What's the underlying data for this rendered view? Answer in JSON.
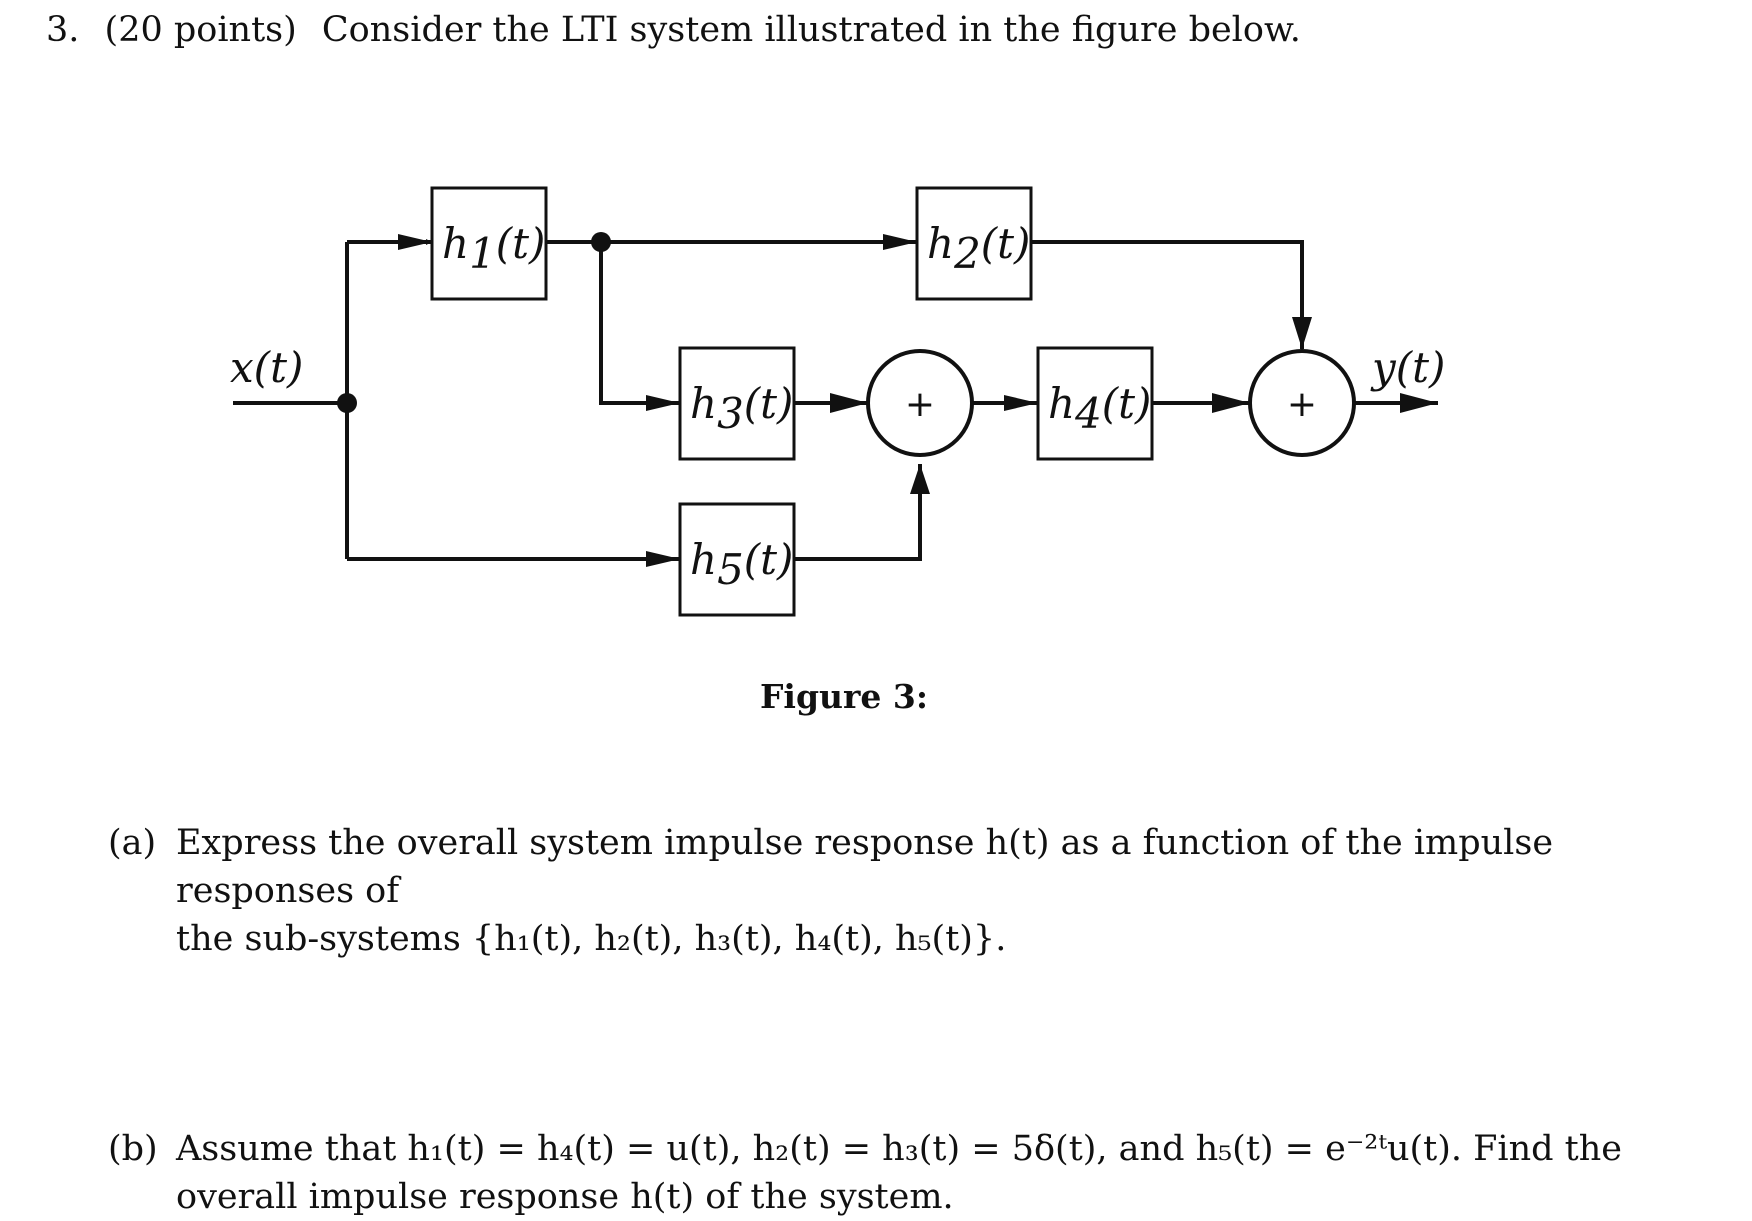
{
  "question": {
    "number": "3.",
    "points": "(20 points)",
    "text": "Consider the LTI system illustrated in the figure below."
  },
  "figure": {
    "input_label": "x(t)",
    "output_label": "y(t)",
    "blocks": [
      {
        "name": "h",
        "sub": "1",
        "arg": "(t)"
      },
      {
        "name": "h",
        "sub": "2",
        "arg": "(t)"
      },
      {
        "name": "h",
        "sub": "3",
        "arg": "(t)"
      },
      {
        "name": "h",
        "sub": "4",
        "arg": "(t)"
      },
      {
        "name": "h",
        "sub": "5",
        "arg": "(t)"
      }
    ],
    "summer_symbol": "+",
    "caption": "Figure 3:"
  },
  "parts": {
    "a": {
      "tag": "(a)",
      "line1": "Express the overall system impulse response h(t) as a function of the impulse responses of",
      "line2": "the sub-systems {h₁(t), h₂(t), h₃(t), h₄(t), h₅(t)}."
    },
    "b": {
      "tag": "(b)",
      "line1": "Assume that h₁(t) = h₄(t) = u(t), h₂(t) = h₃(t) = 5δ(t), and h₅(t) = e⁻²ᵗu(t). Find the",
      "line2": "overall impulse response h(t) of the system."
    }
  }
}
